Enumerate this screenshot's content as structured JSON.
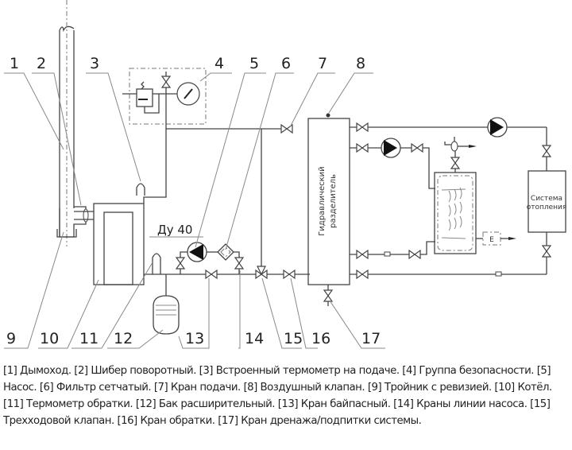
{
  "diagram": {
    "callouts": [
      "1",
      "2",
      "3",
      "4",
      "5",
      "6",
      "7",
      "8",
      "9",
      "10",
      "11",
      "12",
      "13",
      "14",
      "15",
      "16",
      "17"
    ],
    "pipe_size_label": "Ду 40",
    "hydraulic_separator_label": [
      "Гидравлический",
      "разделитель"
    ],
    "heating_system_label": [
      "Система",
      "отопления"
    ],
    "expansion_label": "E"
  },
  "legend": {
    "text": "[1] Дымоход. [2] Шибер поворотный. [3] Встроенный термометр на подаче. [4] Группа безопасности. [5] Насос. [6] Фильтр сетчатый. [7] Кран подачи. [8] Воздушный клапан. [9] Тройник с ревизией. [10] Котёл. [11] Термометр обратки. [12] Бак расширительный. [13] Кран байпасный. [14] Краны линии насоса. [15] Трехходовой клапан. [16] Кран обратки. [17] Кран дренажа/подпитки системы.",
    "items": [
      {
        "n": "1",
        "label": "Дымоход"
      },
      {
        "n": "2",
        "label": "Шибер поворотный"
      },
      {
        "n": "3",
        "label": "Встроенный термометр на подаче"
      },
      {
        "n": "4",
        "label": "Группа безопасности"
      },
      {
        "n": "5",
        "label": "Насос"
      },
      {
        "n": "6",
        "label": "Фильтр сетчатый"
      },
      {
        "n": "7",
        "label": "Кран подачи"
      },
      {
        "n": "8",
        "label": "Воздушный клапан"
      },
      {
        "n": "9",
        "label": "Тройник с ревизией"
      },
      {
        "n": "10",
        "label": "Котёл"
      },
      {
        "n": "11",
        "label": "Термометр обратки"
      },
      {
        "n": "12",
        "label": "Бак расширительный"
      },
      {
        "n": "13",
        "label": "Кран байпасный"
      },
      {
        "n": "14",
        "label": "Краны линии насоса"
      },
      {
        "n": "15",
        "label": "Трехходовой клапан"
      },
      {
        "n": "16",
        "label": "Кран обратки"
      },
      {
        "n": "17",
        "label": "Кран дренажа/подпитки системы"
      }
    ]
  }
}
